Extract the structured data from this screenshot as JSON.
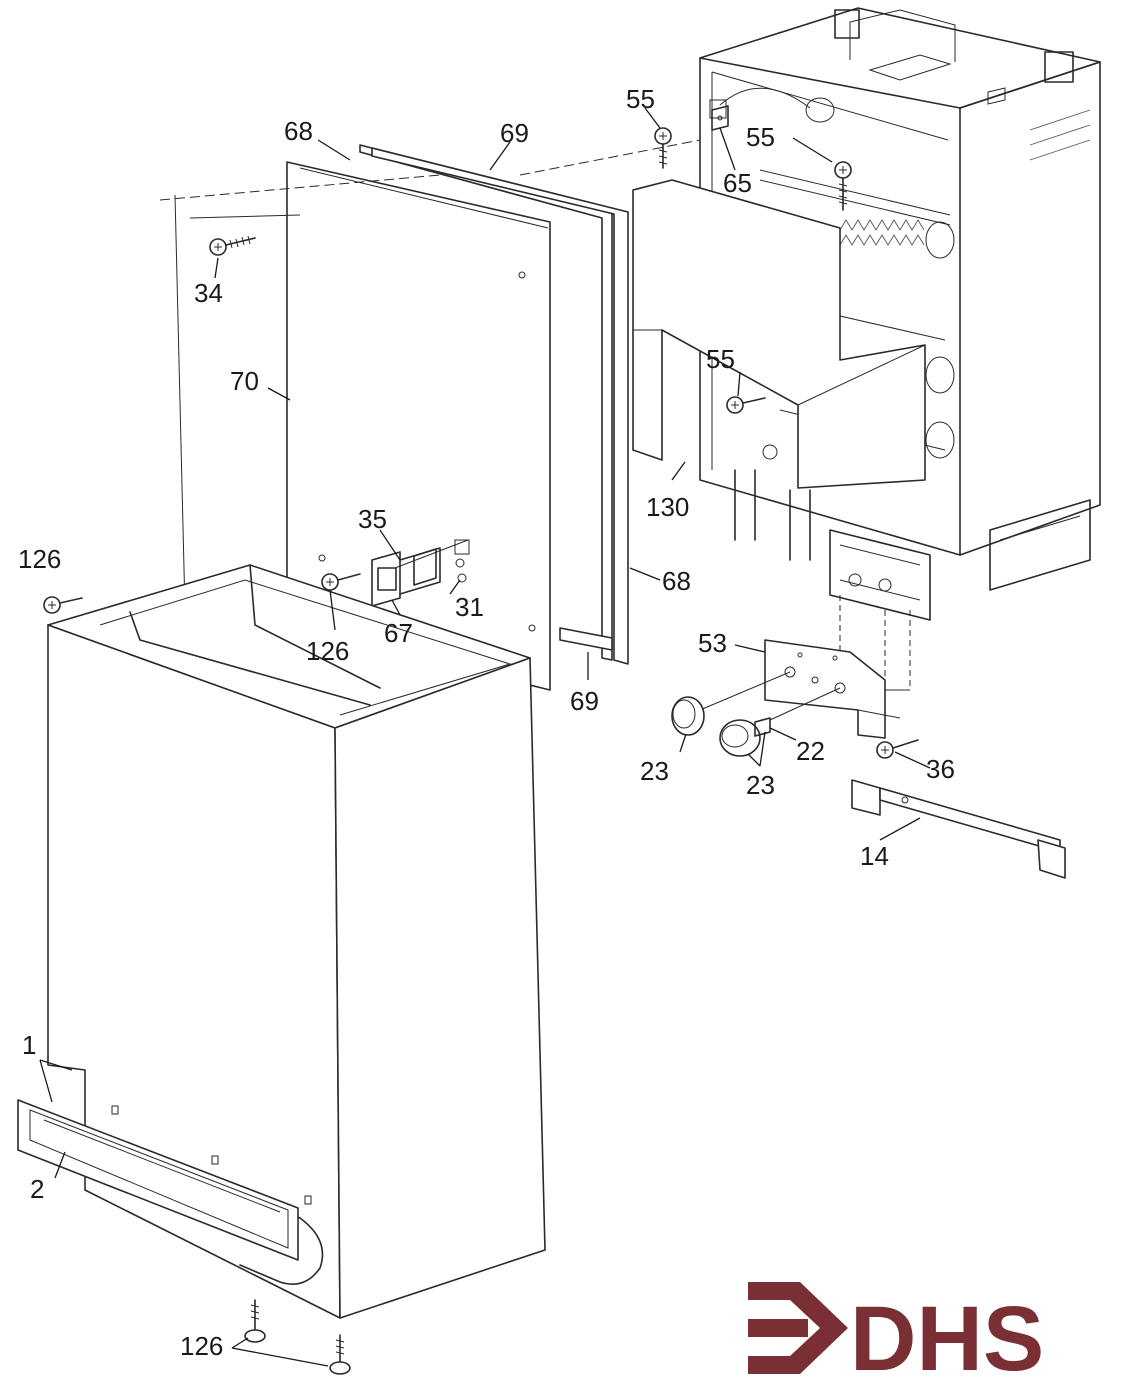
{
  "brand": {
    "logo_text": "DHS",
    "logo_color": "#7a2f35"
  },
  "callouts": {
    "c68_top": "68",
    "c69_top": "69",
    "c55_top": "55",
    "c55_mid": "55",
    "c65": "65",
    "c34": "34",
    "c70": "70",
    "c55_panel": "55",
    "c130": "130",
    "c35": "35",
    "c126_left": "126",
    "c31": "31",
    "c68_right": "68",
    "c67": "67",
    "c126_center": "126",
    "c53": "53",
    "c69_bottom": "69",
    "c23_left": "23",
    "c22": "22",
    "c23_right": "23",
    "c36": "36",
    "c14": "14",
    "c1": "1",
    "c2": "2",
    "c126_bottom": "126"
  }
}
